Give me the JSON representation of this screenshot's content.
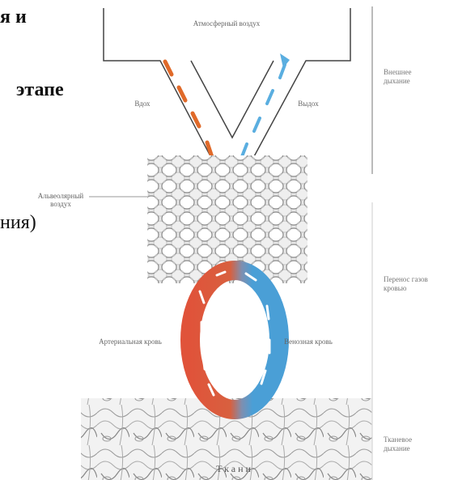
{
  "slide": {
    "line1": "я и",
    "line2": "этапе",
    "line3": "ния)"
  },
  "figure": {
    "atmosphere_label": "Атмосферный воздух",
    "inhale_label": "Вдох",
    "exhale_label": "Выдох",
    "alveolar_label": "Альвеолярный воздух",
    "arterial_label": "Артериальная кровь",
    "venous_label": "Венозная кровь",
    "tissues_label": "Ткани",
    "stages": {
      "external": "Внешнее дыхание",
      "transport": "Перенос газов кровью",
      "tissue": "Тканевое дыхание"
    },
    "colors": {
      "arterial": "#e0533a",
      "venous": "#4a9fd6",
      "inhale_arrow": "#e06a2a",
      "exhale_arrow": "#5aaee0"
    }
  }
}
